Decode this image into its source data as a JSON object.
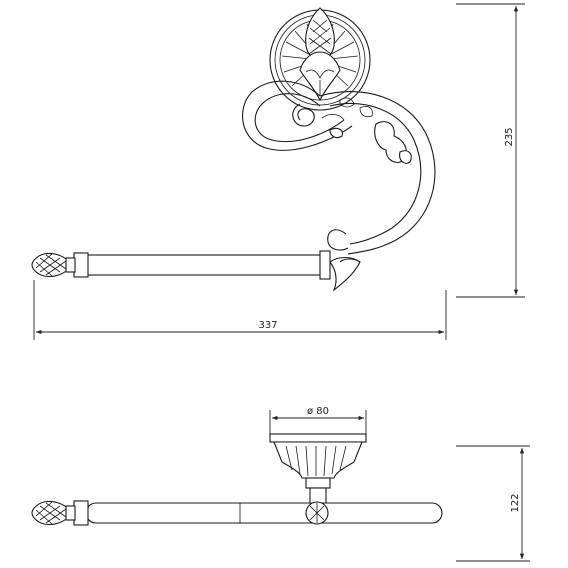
{
  "dimensions": {
    "width_label": "337",
    "height_label": "235",
    "rosette_diameter_label": "ø 80",
    "depth_label": "122"
  }
}
